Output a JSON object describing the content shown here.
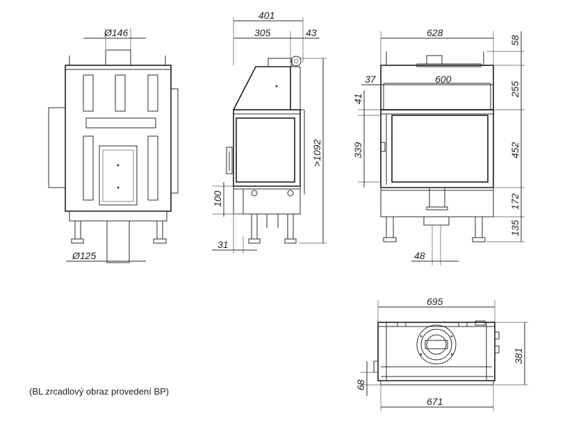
{
  "dimensions": {
    "front": {
      "flue_top": "Ø146",
      "flue_bottom": "Ø125"
    },
    "side": {
      "total_depth": "401",
      "body_depth": "305",
      "offset": "43",
      "height": ">1092",
      "base": "100",
      "foot": "31"
    },
    "right": {
      "width": "628",
      "inner_width": "600",
      "offset_left": "37",
      "top_gap": "41",
      "glass_height": "339",
      "h_58": "58",
      "h_255": "255",
      "h_452": "452",
      "h_172": "172",
      "h_135": "135",
      "bottom_offset": "48"
    },
    "plan": {
      "width": "695",
      "depth": "381",
      "base_width": "671",
      "side": "68"
    }
  },
  "caption": "(BL zrcadlový obraz provedení BP)"
}
